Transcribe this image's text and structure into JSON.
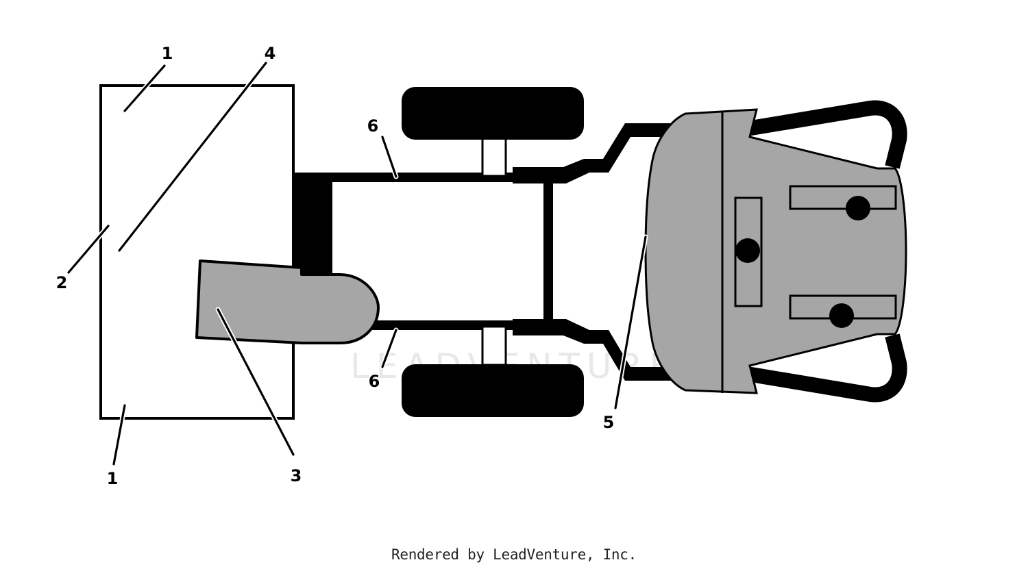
{
  "diagram": {
    "callouts": {
      "c1_top": "1",
      "c4": "4",
      "c2": "2",
      "c1_bottom": "1",
      "c3": "3",
      "c6_top": "6",
      "c6_bottom": "6",
      "c5": "5"
    },
    "colors": {
      "ink": "#000000",
      "decal_fill": "#a6a6a6",
      "paper": "#ffffff",
      "watermark": "#e8e8e8"
    },
    "watermark_text": "LEADVENTURE"
  },
  "footer": {
    "credit": "Rendered by LeadVenture, Inc."
  }
}
